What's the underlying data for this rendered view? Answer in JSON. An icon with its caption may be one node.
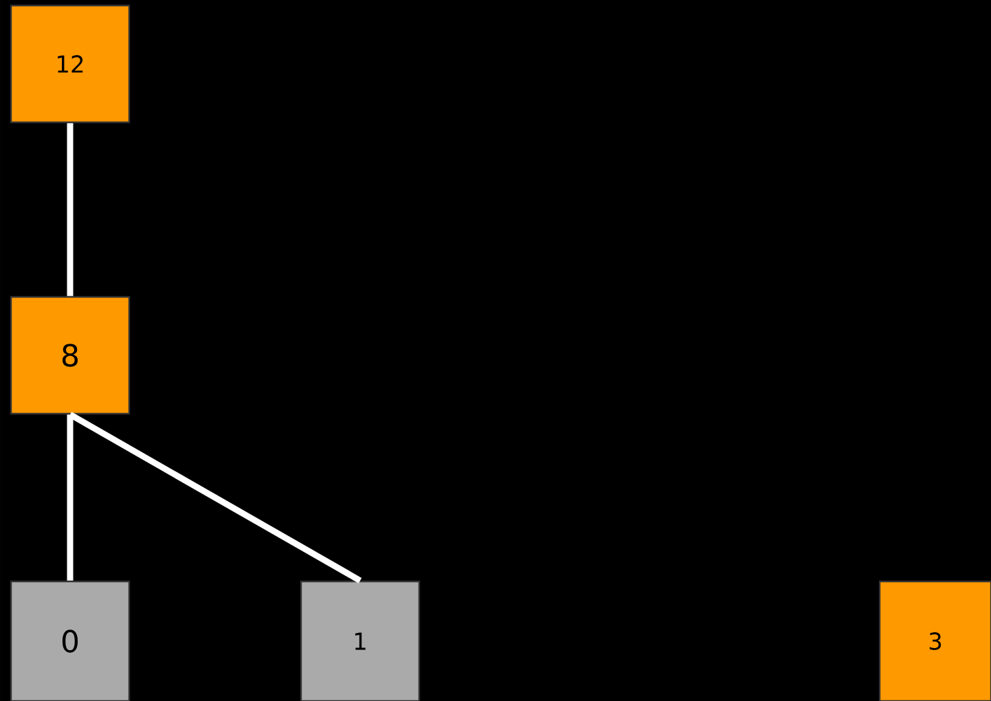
{
  "diagram": {
    "nodes": [
      {
        "text": [
          "12"
        ]
      },
      {
        "text": [
          "8"
        ]
      },
      {
        "text": [
          "0"
        ]
      },
      {
        "text": [
          "1"
        ]
      },
      {
        "text": [
          "3"
        ]
      }
    ],
    "edges": [
      {
        "from": 0,
        "to": 1,
        "arrow": "none"
      },
      {
        "from": 1,
        "to": 2,
        "arrow": "none"
      },
      {
        "from": 1,
        "to": 3,
        "arrow": "none"
      }
    ]
  }
}
